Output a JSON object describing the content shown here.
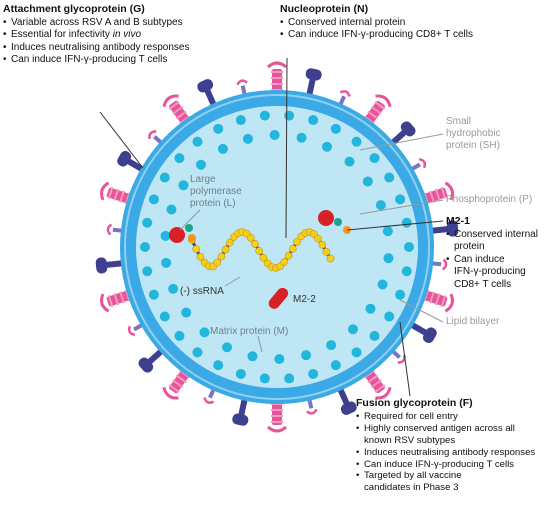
{
  "attachment": {
    "title": "Attachment glycoprotein (G)",
    "items": [
      {
        "prefix": "Variable across RSV A and B subtypes",
        "emph": ""
      },
      {
        "prefix": "Essential for infectivity ",
        "emph": "in vivo"
      },
      {
        "prefix": "Induces neutralising antibody responses",
        "emph": ""
      },
      {
        "prefix": "Can induce IFN-γ-producing T cells",
        "emph": ""
      }
    ]
  },
  "nucleoprotein": {
    "title": "Nucleoprotein (N)",
    "items": [
      "Conserved internal protein",
      "Can induce IFN-γ-producing CD8+ T cells"
    ]
  },
  "sh": {
    "label": "Small hydrophobic protein (SH)",
    "lines": [
      "Small",
      "hydrophobic",
      "protein (SH)"
    ]
  },
  "phosphoprotein": {
    "label": "Phosphoprotein (P)"
  },
  "m21": {
    "title": "M2-1",
    "items": [
      {
        "lines": [
          "Conserved internal",
          "protein"
        ]
      },
      {
        "lines": [
          "Can induce",
          "IFN-γ-producing",
          "CD8+ T cells"
        ]
      }
    ]
  },
  "lipid": {
    "label": "Lipid bilayer"
  },
  "polymerase": {
    "lines": [
      "Large",
      "polymerase",
      "protein (L)"
    ]
  },
  "ssrna": {
    "label": "(-) ssRNA"
  },
  "m22": {
    "label": "M2-2"
  },
  "matrix": {
    "label": "Matrix protein (M)"
  },
  "fusion": {
    "title": "Fusion glycoprotein (F)",
    "items": [
      {
        "lines": [
          "Required for cell entry"
        ]
      },
      {
        "lines": [
          "Highly conserved antigen across all",
          "known RSV subtypes"
        ]
      },
      {
        "lines": [
          "Induces neutralising antibody responses"
        ]
      },
      {
        "lines": [
          "Can induce IFN-γ-producing T cells"
        ]
      },
      {
        "lines": [
          "Targeted by all vaccine",
          "candidates in Phase 3"
        ]
      }
    ]
  },
  "colors": {
    "outer_ring": "#3aa9e6",
    "interior": "#bfe6f5",
    "matrix_dots": "#22b6dc",
    "g_protein": "#e8549a",
    "g_protein_light": "#f49ac1",
    "f_protein": "#3e3f8f",
    "sh_protein": "#7b74c0",
    "rna_line": "#3e3f8f",
    "nucleoprotein": "#f5cd1c",
    "polymerase": "#d82027",
    "phosphoprotein": "#f7941d",
    "m21": "#1aa58a"
  }
}
